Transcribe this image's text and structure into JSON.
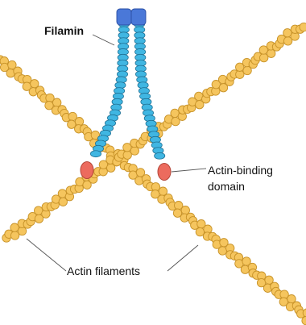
{
  "labels": {
    "filamin": "Filamin",
    "actin_binding_line1": "Actin-binding",
    "actin_binding_line2": "domain",
    "actin_filaments": "Actin filaments"
  },
  "colors": {
    "actin_fill": "#f5c55e",
    "actin_edge": "#c89329",
    "filamin_fill": "#40b6e2",
    "filamin_edge": "#1e6f93",
    "filamin_head": "#4a78d8",
    "binding_domain": "#ec6b5e",
    "leader_line": "#555555"
  }
}
